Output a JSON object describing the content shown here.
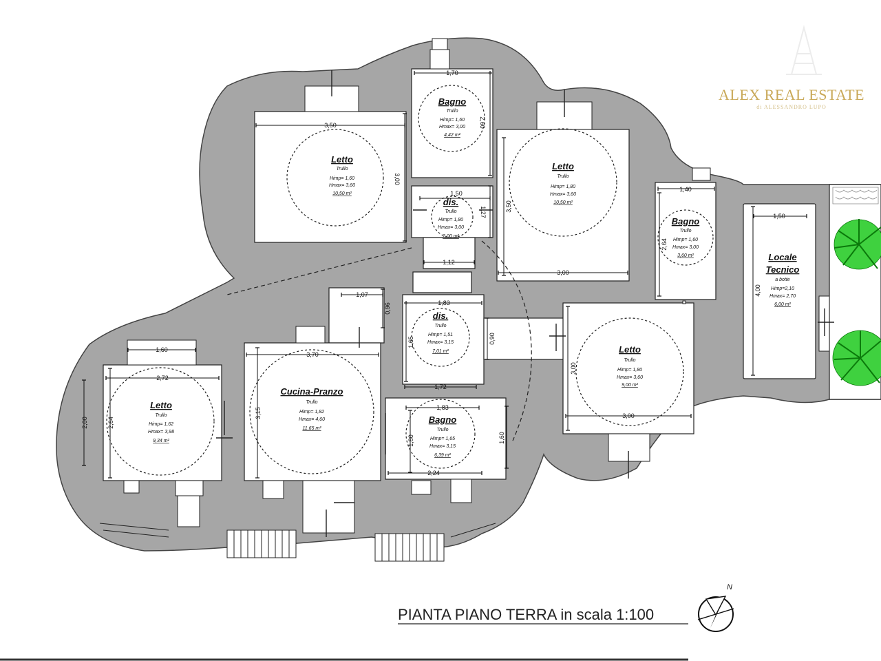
{
  "branding": {
    "name": "ALEX REAL ESTATE",
    "subtitle": "di ALESSANDRO LUPO"
  },
  "caption": "PIANTA PIANO TERRA in scala 1:100",
  "north_label": "N",
  "colors": {
    "wall": "#a6a6a6",
    "line": "#111111",
    "brand": "#c9a959",
    "tree": "#2ec02e"
  },
  "rooms": {
    "letto_1": {
      "name": "Letto",
      "roof": "Trullo",
      "himp": "Himp= 1,60",
      "hmax": "Hmax= 3,60",
      "area": "10,50 m²"
    },
    "bagno_1": {
      "name": "Bagno",
      "roof": "Trullo",
      "himp": "Himp= 1,60",
      "hmax": "Hmax= 3,00",
      "area": "4,42 m²"
    },
    "dis_1": {
      "name": "dis.",
      "roof": "Trullo",
      "himp": "Himp= 1,80",
      "hmax": "Hmax= 3,00",
      "area": "2,00 m²"
    },
    "letto_2": {
      "name": "Letto",
      "roof": "Trullo",
      "himp": "Himp= 1,80",
      "hmax": "Hmax= 3,60",
      "area": "10,50 m²"
    },
    "bagno_2": {
      "name": "Bagno",
      "roof": "Trullo",
      "himp": "Himp= 1,60",
      "hmax": "Hmax= 3,00",
      "area": "3,60 m²"
    },
    "locale_tecnico": {
      "name_line1": "Locale",
      "name_line2": "Tecnico",
      "roof": "a botte",
      "himp": "Himp=2,10",
      "hmax": "Hmax= 2,70",
      "area": "6,00 m²"
    },
    "dis_2": {
      "name": "dis.",
      "roof": "Trullo",
      "himp": "Himp= 1,51",
      "hmax": "Hmax= 3,15",
      "area": "7,01 m²"
    },
    "letto_3": {
      "name": "Letto",
      "roof": "Trullo",
      "himp": "Himp= 1,80",
      "hmax": "Hmax= 3,60",
      "area": "9,00 m²"
    },
    "letto_4": {
      "name": "Letto",
      "roof": "Trullo",
      "himp": "Himp= 1,62",
      "hmax": "Hmax= 3,98",
      "area": "9,34 m²"
    },
    "cucina": {
      "name": "Cucina-Pranzo",
      "roof": "Trullo",
      "himp": "Himp= 1,82",
      "hmax": "Hmax= 4,60",
      "area": "11,65 m²"
    },
    "bagno_3": {
      "name": "Bagno",
      "roof": "Trullo",
      "himp": "Himp= 1,65",
      "hmax": "Hmax= 3,15",
      "area": "6,39 m²"
    }
  },
  "dimensions": {
    "d_350": "3,50",
    "d_300_a": "3,00",
    "d_170": "1,70",
    "d_260": "2,60",
    "d_150": "1,50",
    "d_127": "1,27",
    "d_112": "1,12",
    "d_350_v": "3,50",
    "d_300_b": "3,00",
    "d_140": "1,40",
    "d_264_v": "2,64",
    "d_150_b": "1,50",
    "d_400": "4,00",
    "d_107": "1,07",
    "d_096": "0,96",
    "d_183_a": "1,83",
    "d_165": "1,65",
    "d_090": "0,90",
    "d_300_c": "3,00",
    "d_300_d": "3,00",
    "d_160_a": "1,60",
    "d_272": "2,72",
    "d_200": "2,00",
    "d_264": "2,64",
    "d_370": "3,70",
    "d_315": "3,15",
    "d_172": "1,72",
    "d_183_b": "1,83",
    "d_180": "1,80",
    "d_160_b": "1,60",
    "d_224": "2,24"
  }
}
